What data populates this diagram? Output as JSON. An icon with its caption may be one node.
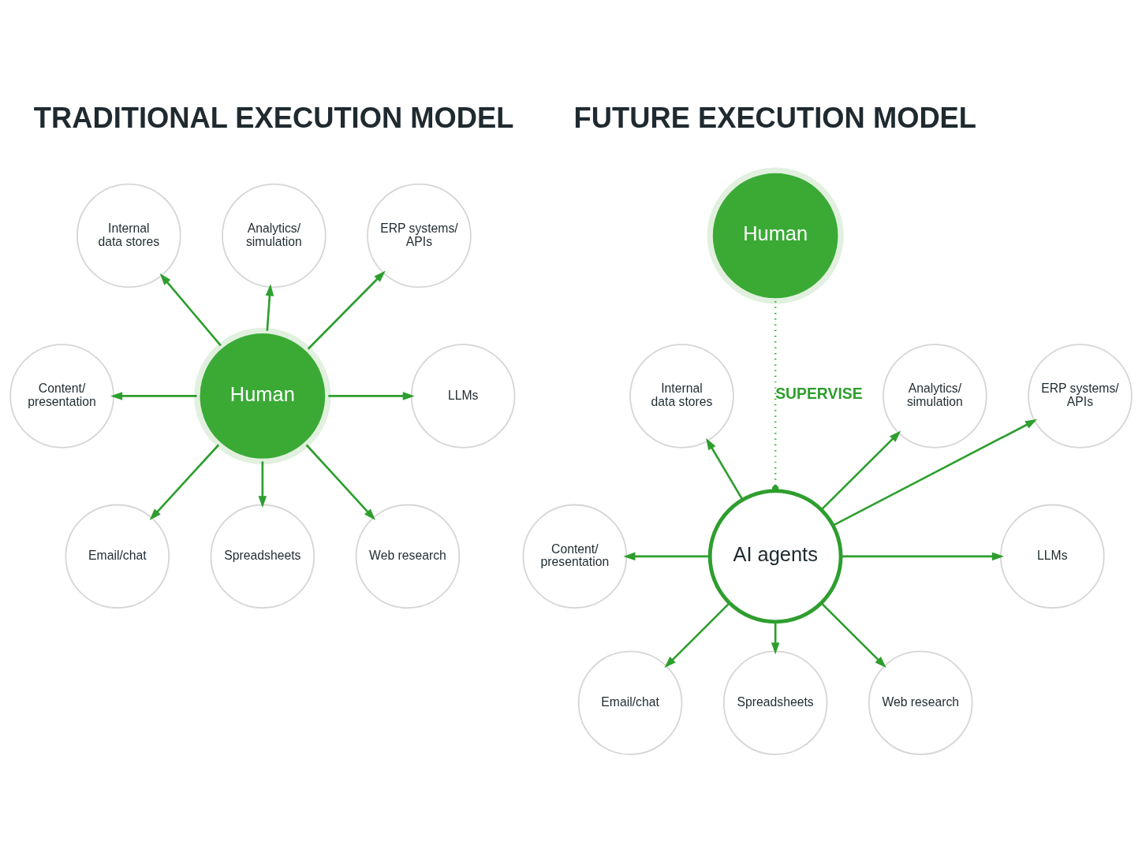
{
  "diagram": {
    "nodes": [
      {
        "text": [
          "Human"
        ]
      },
      {
        "text": [
          "Analytics/ simulation"
        ]
      },
      {
        "text": [
          "ERP systems/ APIs"
        ]
      },
      {
        "text": [
          "LLMs"
        ]
      },
      {
        "text": [
          "Web research"
        ]
      },
      {
        "text": [
          "Spreadsheets"
        ]
      },
      {
        "text": [
          "Email/chat"
        ]
      },
      {
        "text": [
          "Content/ presentation"
        ]
      },
      {
        "text": [
          "Internal data stores"
        ]
      },
      {
        "text": [
          "Human"
        ]
      },
      {
        "text": [
          "AI agents"
        ]
      },
      {
        "text": [
          "Internal data stores"
        ]
      },
      {
        "text": [
          "Analytics/ simulation"
        ]
      },
      {
        "text": [
          "ERP systems/ APIs"
        ]
      },
      {
        "text": [
          "LLMs"
        ]
      },
      {
        "text": [
          "Web research"
        ]
      },
      {
        "text": [
          "Spreadsheets"
        ]
      },
      {
        "text": [
          "Email/chat"
        ]
      },
      {
        "text": [
          "Content/ presentation"
        ]
      }
    ],
    "edges": [
      {
        "from": 0,
        "to": 1,
        "arrow": "to"
      },
      {
        "from": 0,
        "to": 2,
        "arrow": "to"
      },
      {
        "from": 0,
        "to": 3,
        "arrow": "to"
      },
      {
        "from": 0,
        "to": 4,
        "arrow": "to"
      },
      {
        "from": 0,
        "to": 5,
        "arrow": "to"
      },
      {
        "from": 0,
        "to": 6,
        "arrow": "to"
      },
      {
        "from": 0,
        "to": 7,
        "arrow": "to"
      },
      {
        "from": 0,
        "to": 8,
        "arrow": "to"
      },
      {
        "from": 9,
        "to": 10,
        "arrow": "other",
        "label": "SUPERVISE",
        "style": "dashed"
      },
      {
        "from": 10,
        "to": 11,
        "arrow": "to"
      },
      {
        "from": 10,
        "to": 12,
        "arrow": "to"
      },
      {
        "from": 10,
        "to": 13,
        "arrow": "to"
      },
      {
        "from": 10,
        "to": 14,
        "arrow": "to"
      },
      {
        "from": 10,
        "to": 15,
        "arrow": "to"
      },
      {
        "from": 10,
        "to": 16,
        "arrow": "to"
      },
      {
        "from": 10,
        "to": 17,
        "arrow": "to"
      },
      {
        "from": 10,
        "to": 18,
        "arrow": "to"
      }
    ],
    "labels": [
      "TRADITIONAL EXECUTION MODEL",
      "FUTURE EXECUTION MODEL"
    ]
  }
}
